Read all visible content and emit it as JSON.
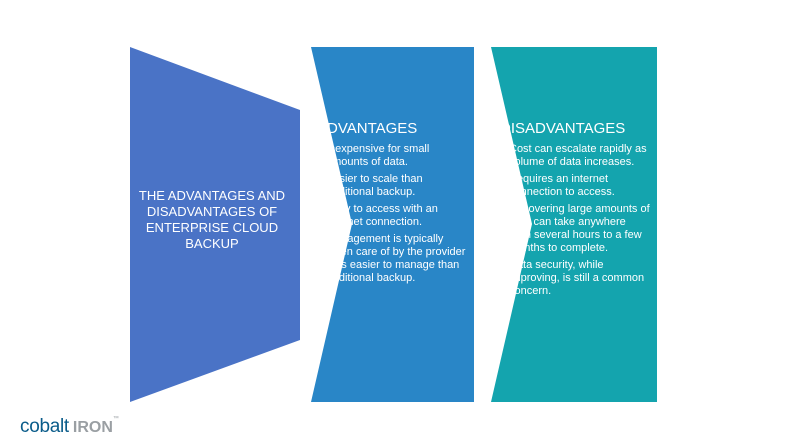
{
  "colors": {
    "panel_1": "#4a73c6",
    "panel_2": "#2986c7",
    "panel_3": "#14a4ae",
    "logo_blue": "#0a5c8a",
    "logo_gray": "#9a9fa3"
  },
  "title": {
    "text": "THE ADVANTAGES AND DISADVANTAGES OF ENTERPRISE CLOUD BACKUP"
  },
  "advantages": {
    "heading": "ADVANTAGES",
    "items": [
      "Inexpensive for small amounts of data.",
      "Easier to scale than traditional backup.",
      "Easy to access with an internet connection.",
      "Management is typically taken care of by the provider or is easier to manage than traditional backup."
    ]
  },
  "disadvantages": {
    "heading": "DISADVANTAGES",
    "items": [
      "Cost can escalate rapidly as volume of data increases.",
      "Requires an internet connection to access.",
      "Recovering large amounts of data can take anywhere from several hours to a few months to complete.",
      "Data security, while improving, is still a common concern."
    ]
  },
  "bullet_glyph": "•",
  "logo": {
    "part_1": "cobalt",
    "part_2": "IRON",
    "mark": "™"
  }
}
